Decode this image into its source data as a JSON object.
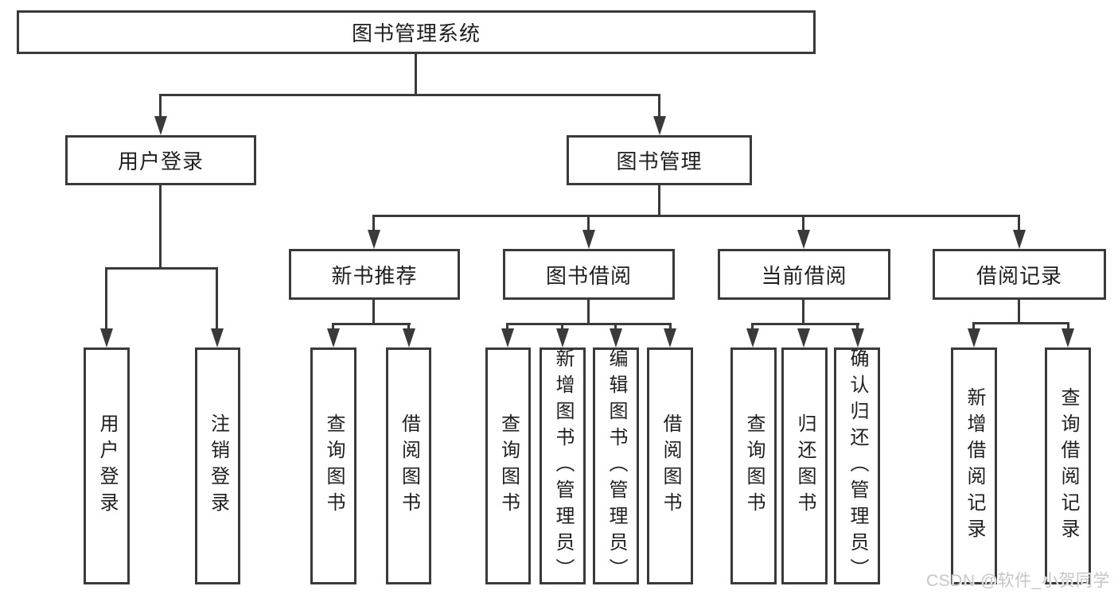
{
  "diagram": {
    "title_node": "图书管理系统",
    "tree": {
      "label": "图书管理系统",
      "children": [
        {
          "label": "用户登录",
          "children": [
            {
              "label": "用户登录"
            },
            {
              "label": "注销登录"
            }
          ]
        },
        {
          "label": "图书管理",
          "children": [
            {
              "label": "新书推荐",
              "children": [
                {
                  "label": "查询图书"
                },
                {
                  "label": "借阅图书"
                }
              ]
            },
            {
              "label": "图书借阅",
              "children": [
                {
                  "label": "查询图书"
                },
                {
                  "label": "新增图书（管理员）"
                },
                {
                  "label": "编辑图书（管理员）"
                },
                {
                  "label": "借阅图书"
                }
              ]
            },
            {
              "label": "当前借阅",
              "children": [
                {
                  "label": "查询图书"
                },
                {
                  "label": "归还图书"
                },
                {
                  "label": "确认归还（管理员）"
                }
              ]
            },
            {
              "label": "借阅记录",
              "children": [
                {
                  "label": "新增借阅记录"
                },
                {
                  "label": "查询借阅记录"
                }
              ]
            }
          ]
        }
      ]
    },
    "colors": {
      "line": "#3a3a3a",
      "text": "#1f1f1f",
      "background": "#ffffff",
      "watermark": "#c6c6c6"
    }
  },
  "watermark": {
    "text": "CSDN @软件_小贺同学"
  }
}
